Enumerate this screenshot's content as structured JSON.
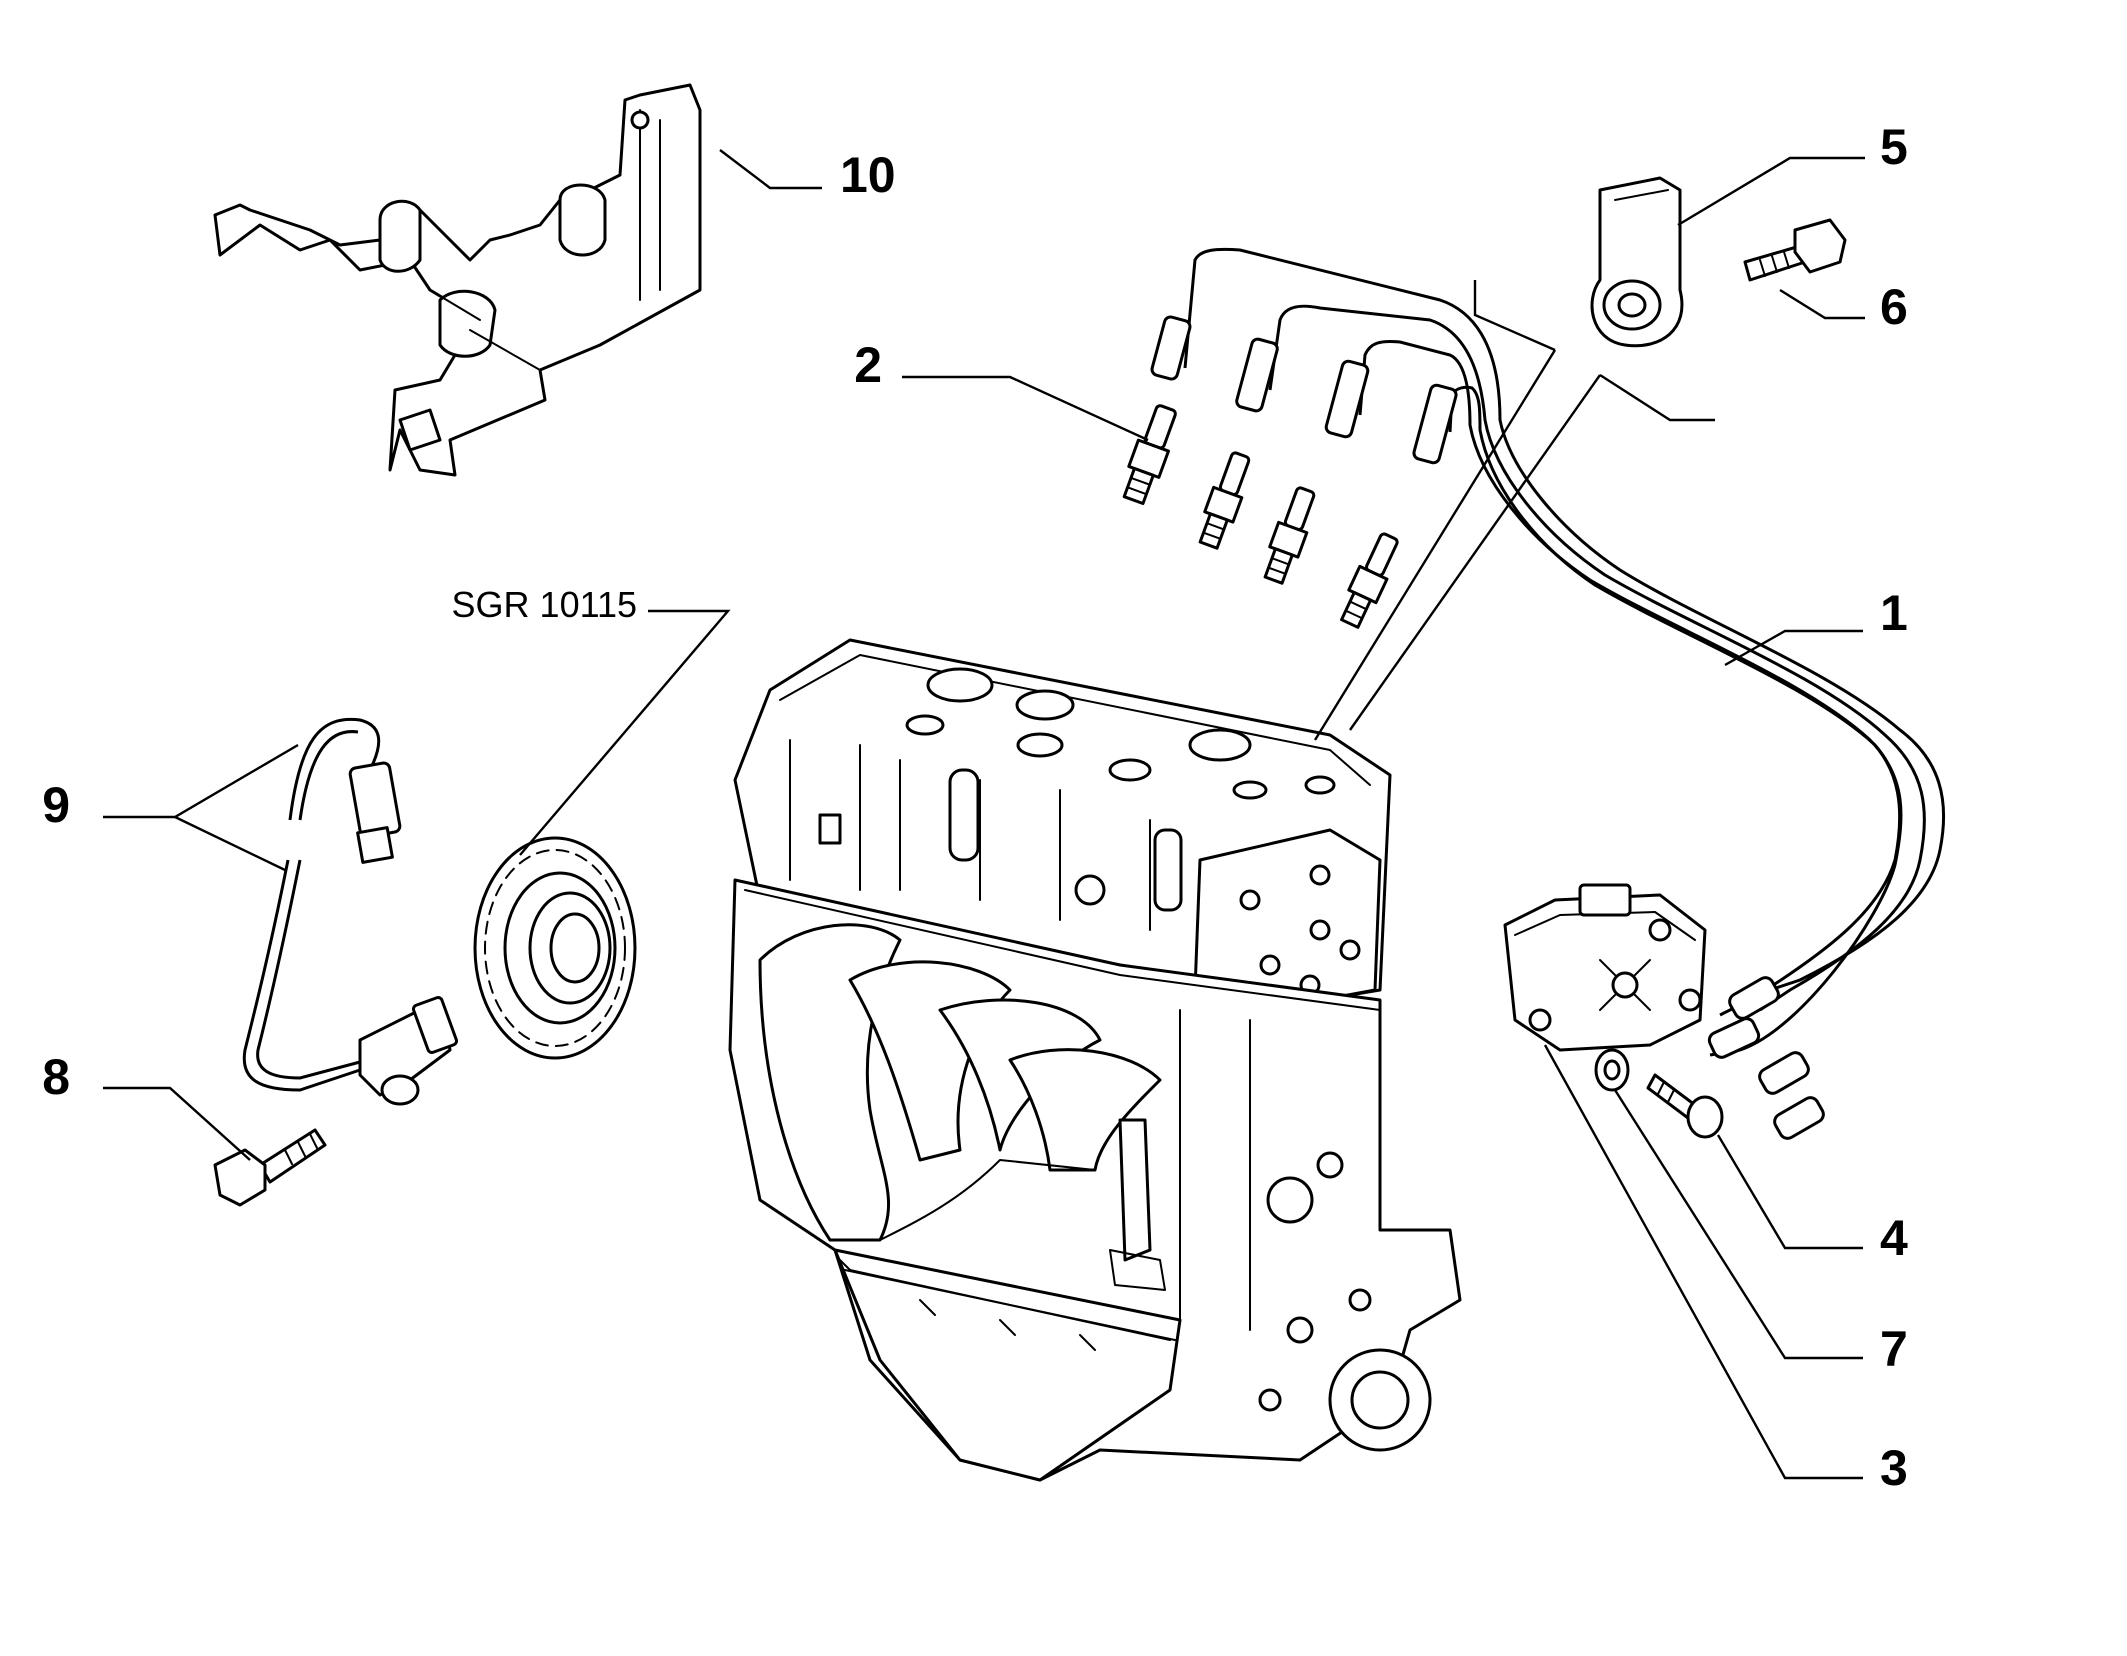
{
  "reference": "SGR 10115",
  "callouts": [
    "1",
    "2",
    "3",
    "4",
    "5",
    "6",
    "7",
    "8",
    "9",
    "10"
  ],
  "parts": [
    {
      "icon": "ignition-cable-set"
    },
    {
      "icon": "spark-plug"
    },
    {
      "icon": "ignition-coil"
    },
    {
      "icon": "bolt"
    },
    {
      "icon": "knock-sensor"
    },
    {
      "icon": "bolt"
    },
    {
      "icon": "washer"
    },
    {
      "icon": "bolt"
    },
    {
      "icon": "rpm-sensor"
    },
    {
      "icon": "cable-bracket"
    }
  ]
}
